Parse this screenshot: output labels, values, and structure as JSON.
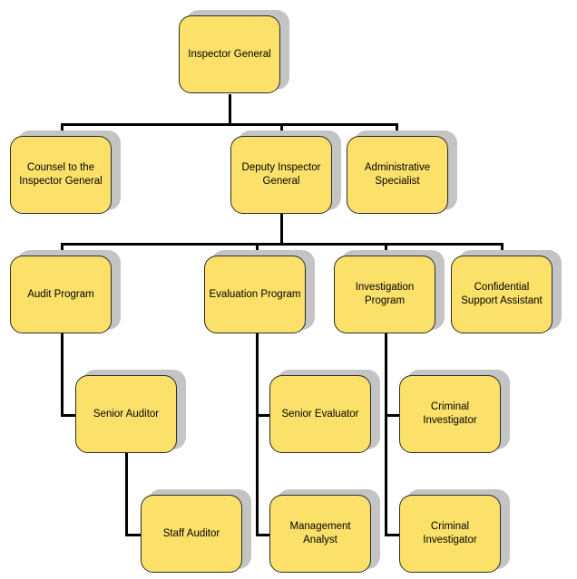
{
  "colors": {
    "box_fill": "#FBE16A",
    "box_border": "#2B2B2B",
    "shadow": "#C4C4C4",
    "connector": "#000000"
  },
  "org_chart": {
    "nodes": [
      {
        "id": "inspector-general",
        "label": "Inspector General"
      },
      {
        "id": "counsel",
        "label": "Counsel to the Inspector General"
      },
      {
        "id": "deputy-inspector-general",
        "label": "Deputy Inspector General"
      },
      {
        "id": "administrative-specialist",
        "label": "Administrative Specialist"
      },
      {
        "id": "audit-program",
        "label": "Audit Program"
      },
      {
        "id": "evaluation-program",
        "label": "Evaluation Program"
      },
      {
        "id": "investigation-program",
        "label": "Investigation Program"
      },
      {
        "id": "confidential-support-assistant",
        "label": "Confidential Support Assistant"
      },
      {
        "id": "senior-auditor",
        "label": "Senior Auditor"
      },
      {
        "id": "staff-auditor",
        "label": "Staff Auditor"
      },
      {
        "id": "senior-evaluator",
        "label": "Senior Evaluator"
      },
      {
        "id": "management-analyst",
        "label": "Management Analyst"
      },
      {
        "id": "criminal-investigator-1",
        "label": "Criminal Investigator"
      },
      {
        "id": "criminal-investigator-2",
        "label": "Criminal Investigator"
      }
    ],
    "edges": [
      {
        "from": "inspector-general",
        "to": "counsel"
      },
      {
        "from": "inspector-general",
        "to": "deputy-inspector-general"
      },
      {
        "from": "inspector-general",
        "to": "administrative-specialist"
      },
      {
        "from": "deputy-inspector-general",
        "to": "audit-program"
      },
      {
        "from": "deputy-inspector-general",
        "to": "evaluation-program"
      },
      {
        "from": "deputy-inspector-general",
        "to": "investigation-program"
      },
      {
        "from": "deputy-inspector-general",
        "to": "confidential-support-assistant"
      },
      {
        "from": "audit-program",
        "to": "senior-auditor"
      },
      {
        "from": "senior-auditor",
        "to": "staff-auditor"
      },
      {
        "from": "evaluation-program",
        "to": "senior-evaluator"
      },
      {
        "from": "evaluation-program",
        "to": "management-analyst"
      },
      {
        "from": "investigation-program",
        "to": "criminal-investigator-1"
      },
      {
        "from": "investigation-program",
        "to": "criminal-investigator-2"
      }
    ]
  }
}
